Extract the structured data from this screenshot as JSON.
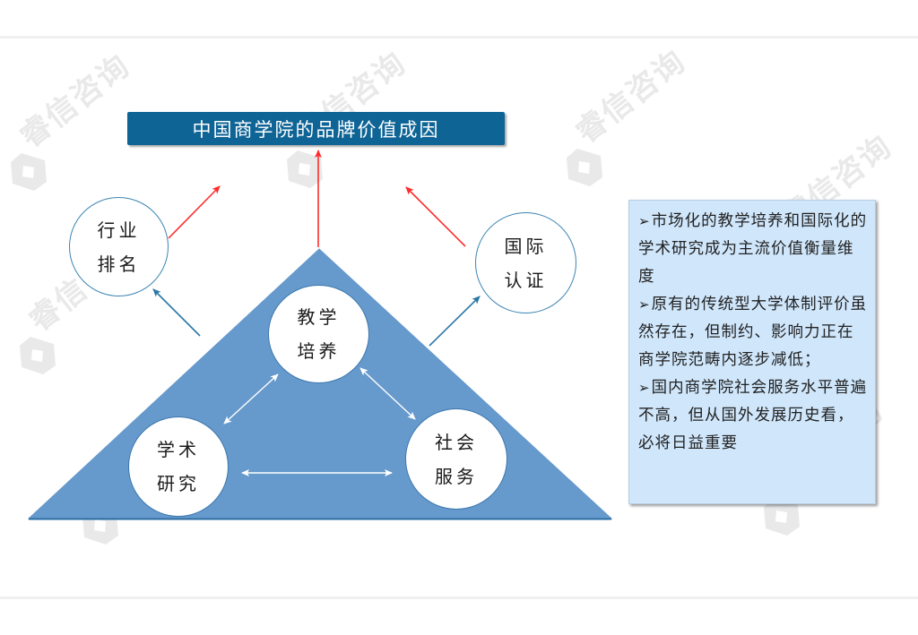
{
  "title": "中国商学院的品牌价值成因",
  "watermark": {
    "text": "睿信咨询",
    "icon": "logo-hexagon-icon"
  },
  "diagram": {
    "triangle_color": "#6699cc",
    "triangle_border": "#2d6ea3",
    "title_bar_color": "#0f6496",
    "red_arrow_color": "#ff2b2b",
    "blue_arrow_color": "#2a77a6",
    "outer_nodes": [
      {
        "id": "industry-ranking",
        "line1": "行业",
        "line2": "排名"
      },
      {
        "id": "international-accreditation",
        "line1": "国际",
        "line2": "认证"
      }
    ],
    "inner_nodes": [
      {
        "id": "teaching",
        "line1": "教学",
        "line2": "培养"
      },
      {
        "id": "research",
        "line1": "学术",
        "line2": "研究"
      },
      {
        "id": "social-service",
        "line1": "社会",
        "line2": "服务"
      }
    ]
  },
  "panel": {
    "bullet_icon": "➢",
    "background": "#cfe6fb",
    "items": [
      {
        "text": "市场化的教学培养和国际化的学术研究成为主流价值衡量维度"
      },
      {
        "text": "原有的传统型大学体制评价虽然存在，但制约、影响力正在商学院范畴内逐步减低；"
      },
      {
        "text": "国内商学院社会服务水平普遍不高，但从国外发展历史看，必将日益重要"
      }
    ]
  }
}
